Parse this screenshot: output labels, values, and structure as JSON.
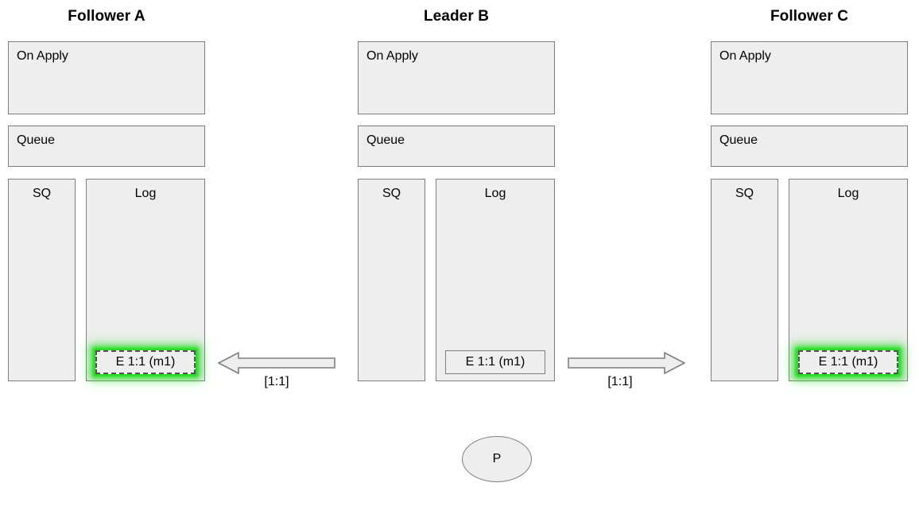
{
  "diagram": {
    "title_font_weight": "bold",
    "box_fill": "#eeeeee",
    "box_stroke": "#7f7f7f",
    "highlight_color": "#22dd22",
    "nodes": [
      {
        "id": "follower-a",
        "title": "Follower A",
        "on_apply_label": "On Apply",
        "queue_label": "Queue",
        "sq_label": "SQ",
        "log_label": "Log",
        "entries": [
          {
            "text": "E 1:1 (m1)",
            "highlighted": true
          }
        ]
      },
      {
        "id": "leader-b",
        "title": "Leader B",
        "on_apply_label": "On Apply",
        "queue_label": "Queue",
        "sq_label": "SQ",
        "log_label": "Log",
        "entries": [
          {
            "text": "E 1:1 (m1)",
            "highlighted": false
          }
        ]
      },
      {
        "id": "follower-c",
        "title": "Follower C",
        "on_apply_label": "On Apply",
        "queue_label": "Queue",
        "sq_label": "SQ",
        "log_label": "Log",
        "entries": [
          {
            "text": "E 1:1 (m1)",
            "highlighted": true
          }
        ]
      }
    ],
    "arrows": [
      {
        "id": "arrow-leader-to-follower-a",
        "label": "[1:1]",
        "direction": "left"
      },
      {
        "id": "arrow-leader-to-follower-c",
        "label": "[1:1]",
        "direction": "right"
      }
    ],
    "ellipse": {
      "label": "P"
    }
  }
}
